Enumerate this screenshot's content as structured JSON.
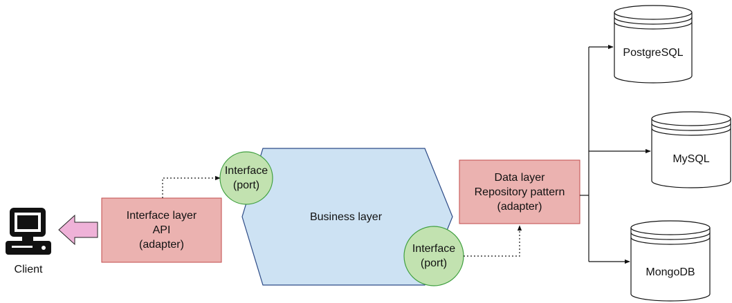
{
  "client": {
    "label": "Client"
  },
  "interface_layer": {
    "lines": [
      "Interface layer",
      "API",
      "(adapter)"
    ]
  },
  "business_layer": {
    "label": "Business layer"
  },
  "port_left": {
    "lines": [
      "Interface",
      "(port)"
    ]
  },
  "port_right": {
    "lines": [
      "Interface",
      "(port)"
    ]
  },
  "data_layer": {
    "lines": [
      "Data layer",
      "Repository pattern",
      "(adapter)"
    ]
  },
  "databases": [
    {
      "label": "PostgreSQL"
    },
    {
      "label": "MySQL"
    },
    {
      "label": "MongoDB"
    }
  ],
  "colors": {
    "adapter_fill": "#ebb2b0",
    "adapter_stroke": "#c24a4a",
    "business_fill": "#cde2f3",
    "business_stroke": "#2c4a86",
    "port_fill": "#c2e2b0",
    "port_stroke": "#3f9f3f",
    "client_arrow_fill": "#efb2d8"
  }
}
